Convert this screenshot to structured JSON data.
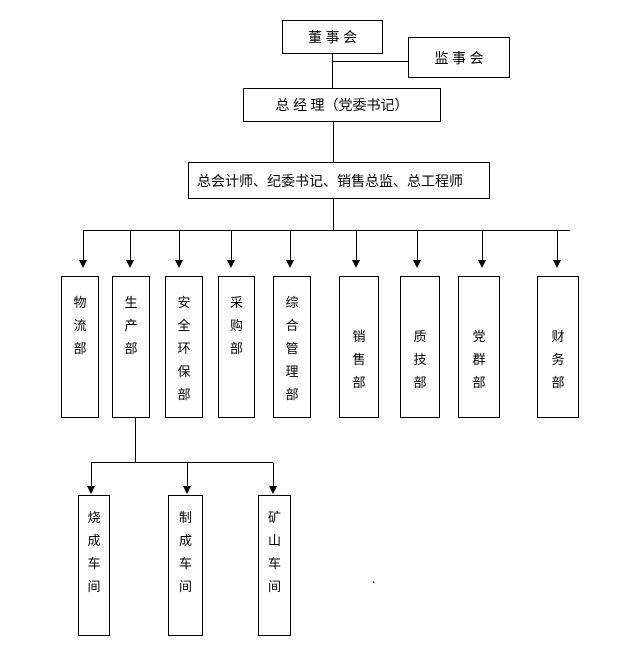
{
  "nodes": {
    "board": "董 事 会",
    "supervisory": "监 事 会",
    "general_manager": "总 经 理（党委书记）",
    "executives": "总会计师、纪委书记、销售总监、总工程师"
  },
  "departments": [
    {
      "label": "物流部"
    },
    {
      "label": "生产部"
    },
    {
      "label": "安全环保部"
    },
    {
      "label": "采购部"
    },
    {
      "label": "综合管理部"
    },
    {
      "label": "销售部"
    },
    {
      "label": "质技部"
    },
    {
      "label": "党群部"
    },
    {
      "label": "财务部"
    }
  ],
  "workshops": [
    {
      "label": "烧成车间"
    },
    {
      "label": "制成车间"
    },
    {
      "label": "矿山车间"
    }
  ],
  "stray_mark": ".",
  "colors": {
    "line": "#000000",
    "background": "#ffffff",
    "text": "#000000"
  }
}
